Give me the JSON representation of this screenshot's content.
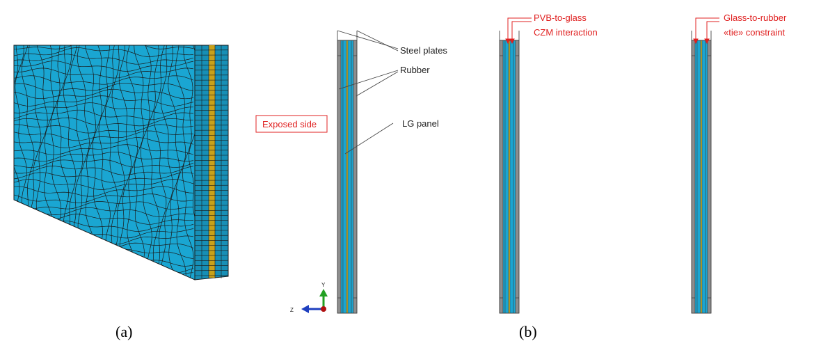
{
  "captions": {
    "a": "(a)",
    "b": "(b)"
  },
  "labels": {
    "steel_plates": "Steel plates",
    "rubber": "Rubber",
    "exposed_side": "Exposed side",
    "lg_panel": "LG panel",
    "pvb_line1": "PVB-to-glass",
    "pvb_line2": "CZM interaction",
    "tie_line1": "Glass-to-rubber",
    "tie_line2": "«tie» constraint"
  },
  "axes": {
    "y": "Y",
    "z": "Z"
  },
  "colors": {
    "mesh_fill": "#1aa6d2",
    "mesh_side": "#178fb6",
    "mesh_lines": "#1a1a1a",
    "interlayer": "#c9a11a",
    "steel": "#8d8d8d",
    "glass": "#1aa6d2",
    "pvb": "#e4c21e",
    "annotation_red": "#e02020",
    "axis_y": "#22a022",
    "axis_z": "#1e3fbf",
    "origin": "#b01010"
  }
}
